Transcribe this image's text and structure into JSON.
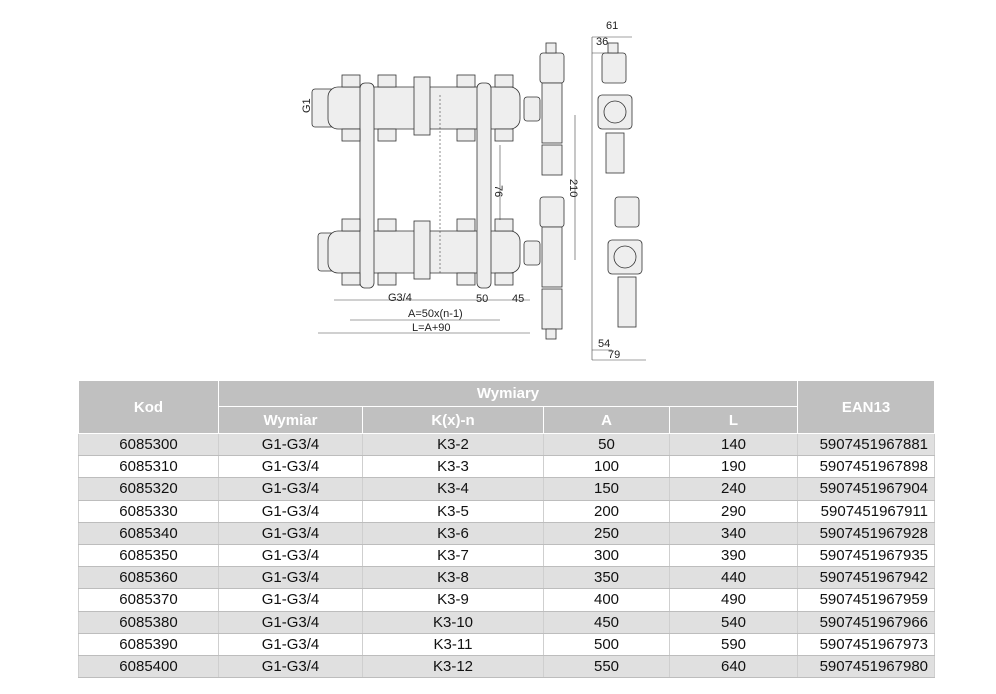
{
  "drawing": {
    "labels": {
      "g1": "G1",
      "g34": "G3/4",
      "d50": "50",
      "d45": "45",
      "a_formula": "A=50x(n-1)",
      "l_formula": "L=A+90",
      "d76": "76",
      "d210": "210",
      "d61": "61",
      "d36": "36",
      "d54": "54",
      "d79": "79"
    }
  },
  "table": {
    "headers": {
      "kod": "Kod",
      "wymiary": "Wymiary",
      "ean": "EAN13",
      "wymiar": "Wymiar",
      "kxn": "K(x)-n",
      "a": "A",
      "l": "L"
    },
    "rows": [
      {
        "kod": "6085300",
        "wymiar": "G1-G3/4",
        "kxn": "K3-2",
        "a": "50",
        "l": "140",
        "ean": "5907451967881"
      },
      {
        "kod": "6085310",
        "wymiar": "G1-G3/4",
        "kxn": "K3-3",
        "a": "100",
        "l": "190",
        "ean": "5907451967898"
      },
      {
        "kod": "6085320",
        "wymiar": "G1-G3/4",
        "kxn": "K3-4",
        "a": "150",
        "l": "240",
        "ean": "5907451967904"
      },
      {
        "kod": "6085330",
        "wymiar": "G1-G3/4",
        "kxn": "K3-5",
        "a": "200",
        "l": "290",
        "ean": "5907451967911"
      },
      {
        "kod": "6085340",
        "wymiar": "G1-G3/4",
        "kxn": "K3-6",
        "a": "250",
        "l": "340",
        "ean": "5907451967928"
      },
      {
        "kod": "6085350",
        "wymiar": "G1-G3/4",
        "kxn": "K3-7",
        "a": "300",
        "l": "390",
        "ean": "5907451967935"
      },
      {
        "kod": "6085360",
        "wymiar": "G1-G3/4",
        "kxn": "K3-8",
        "a": "350",
        "l": "440",
        "ean": "5907451967942"
      },
      {
        "kod": "6085370",
        "wymiar": "G1-G3/4",
        "kxn": "K3-9",
        "a": "400",
        "l": "490",
        "ean": "5907451967959"
      },
      {
        "kod": "6085380",
        "wymiar": "G1-G3/4",
        "kxn": "K3-10",
        "a": "450",
        "l": "540",
        "ean": "5907451967966"
      },
      {
        "kod": "6085390",
        "wymiar": "G1-G3/4",
        "kxn": "K3-11",
        "a": "500",
        "l": "590",
        "ean": "5907451967973"
      },
      {
        "kod": "6085400",
        "wymiar": "G1-G3/4",
        "kxn": "K3-12",
        "a": "550",
        "l": "640",
        "ean": "5907451967980"
      }
    ]
  }
}
